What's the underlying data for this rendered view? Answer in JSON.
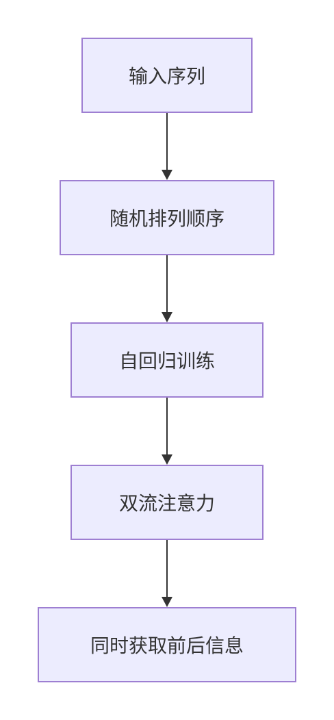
{
  "diagram": {
    "type": "flowchart",
    "direction": "top-down",
    "nodes": [
      {
        "id": "n1",
        "label": "输入序列"
      },
      {
        "id": "n2",
        "label": "随机排列顺序"
      },
      {
        "id": "n3",
        "label": "自回归训练"
      },
      {
        "id": "n4",
        "label": "双流注意力"
      },
      {
        "id": "n5",
        "label": "同时获取前后信息"
      }
    ],
    "edges": [
      {
        "from": "n1",
        "to": "n2"
      },
      {
        "from": "n2",
        "to": "n3"
      },
      {
        "from": "n3",
        "to": "n4"
      },
      {
        "from": "n4",
        "to": "n5"
      }
    ],
    "colors": {
      "node_fill": "#ececfe",
      "node_border": "#9e7fd2",
      "edge": "#333333",
      "text": "#333333"
    }
  }
}
